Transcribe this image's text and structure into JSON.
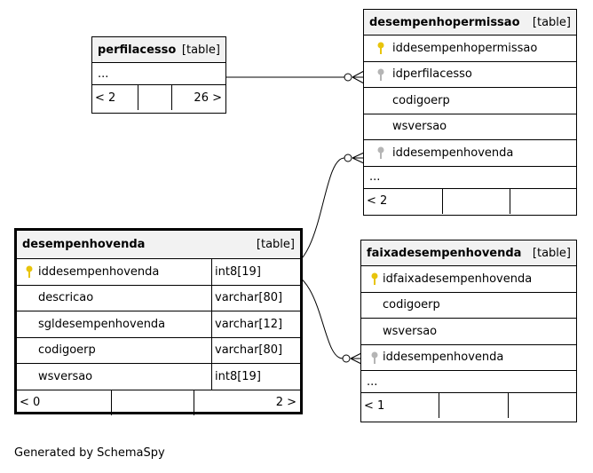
{
  "tables": {
    "perfilacesso": {
      "name": "perfilacesso",
      "tag": "[table]",
      "ellipsis": "...",
      "footer": {
        "parents": "< 2",
        "mid": "",
        "children": "26 >"
      }
    },
    "desempenhopermissao": {
      "name": "desempenhopermissao",
      "tag": "[table]",
      "columns": [
        {
          "name": "iddesempenhopermissao",
          "key": "primary"
        },
        {
          "name": "idperfilacesso",
          "key": "foreign"
        },
        {
          "name": "codigoerp",
          "key": "none"
        },
        {
          "name": "wsversao",
          "key": "none"
        },
        {
          "name": "iddesempenhovenda",
          "key": "foreign"
        }
      ],
      "ellipsis": "...",
      "footer": {
        "parents": "< 2",
        "mid": "",
        "children": ""
      }
    },
    "desempenhovenda": {
      "name": "desempenhovenda",
      "tag": "[table]",
      "columns": [
        {
          "name": "iddesempenhovenda",
          "type": "int8[19]",
          "key": "primary"
        },
        {
          "name": "descricao",
          "type": "varchar[80]",
          "key": "none"
        },
        {
          "name": "sgldesempenhovenda",
          "type": "varchar[12]",
          "key": "none"
        },
        {
          "name": "codigoerp",
          "type": "varchar[80]",
          "key": "none"
        },
        {
          "name": "wsversao",
          "type": "int8[19]",
          "key": "none"
        }
      ],
      "footer": {
        "parents": "< 0",
        "mid": "",
        "children": "2 >"
      }
    },
    "faixadesempenhovenda": {
      "name": "faixadesempenhovenda",
      "tag": "[table]",
      "columns": [
        {
          "name": "idfaixadesempenhovenda",
          "key": "primary"
        },
        {
          "name": "codigoerp",
          "key": "none"
        },
        {
          "name": "wsversao",
          "key": "none"
        },
        {
          "name": "iddesempenhovenda",
          "key": "foreign"
        }
      ],
      "ellipsis": "...",
      "footer": {
        "parents": "< 1",
        "mid": "",
        "children": ""
      }
    }
  },
  "icons": {
    "primary": "key-icon-gold",
    "foreign": "key-icon-gray"
  },
  "colors": {
    "primary_key": "#e8c40c",
    "foreign_key": "#b5b5b5",
    "header_bg": "#f2f2f2"
  },
  "credit": "Generated by SchemaSpy"
}
